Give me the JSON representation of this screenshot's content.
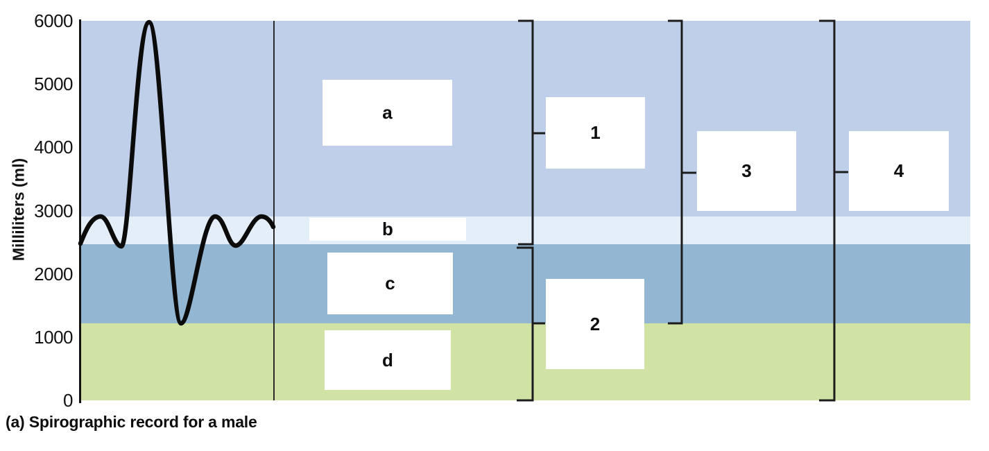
{
  "figure": {
    "caption": "(a) Spirographic record for a male",
    "y_axis": {
      "title": "Milliliters (ml)",
      "ticks": [
        "6000",
        "5000",
        "4000",
        "3000",
        "2000",
        "1000",
        "0"
      ]
    },
    "answer_boxes": {
      "a": "a",
      "b": "b",
      "c": "c",
      "d": "d",
      "n1": "1",
      "n2": "2",
      "n3": "3",
      "n4": "4"
    },
    "colors": {
      "band_top_2900_6000": "#bfcfe9",
      "band_2500_2900": "#e3eef9",
      "band_1200_2500": "#93b6d3",
      "band_0_1200": "#d1e2a5",
      "trace": "#0b0b0b",
      "bracket": "#1c1c1c",
      "background": "#ffffff"
    }
  },
  "chart_data": {
    "type": "line",
    "title": "(a) Spirographic record for a male",
    "xlabel": "",
    "ylabel": "Milliliters (ml)",
    "ylim": [
      0,
      6000
    ],
    "yticks": [
      0,
      1000,
      2000,
      3000,
      4000,
      5000,
      6000
    ],
    "grid": false,
    "series": [
      {
        "name": "spirogram-trace",
        "description": "breathing trace: tidal breaths, maximal inspiration to 6000 ml, maximal expiration to ~1200 ml, then tidal breaths",
        "y_keypoints_ml": [
          2500,
          2900,
          2450,
          6000,
          1200,
          2900,
          2450,
          2900,
          2700
        ]
      }
    ],
    "volume_bands": [
      {
        "label": "a",
        "range_ml": [
          2900,
          6000
        ],
        "color": "#bfcfe9"
      },
      {
        "label": "b",
        "range_ml": [
          2500,
          2900
        ],
        "color": "#e3eef9"
      },
      {
        "label": "c",
        "range_ml": [
          1200,
          2500
        ],
        "color": "#93b6d3"
      },
      {
        "label": "d",
        "range_ml": [
          0,
          1200
        ],
        "color": "#d1e2a5"
      }
    ],
    "capacity_brackets": [
      {
        "label": "1",
        "range_ml": [
          2500,
          6000
        ]
      },
      {
        "label": "2",
        "range_ml": [
          0,
          2500
        ]
      },
      {
        "label": "3",
        "range_ml": [
          1200,
          6000
        ]
      },
      {
        "label": "4",
        "range_ml": [
          0,
          6000
        ]
      }
    ]
  }
}
